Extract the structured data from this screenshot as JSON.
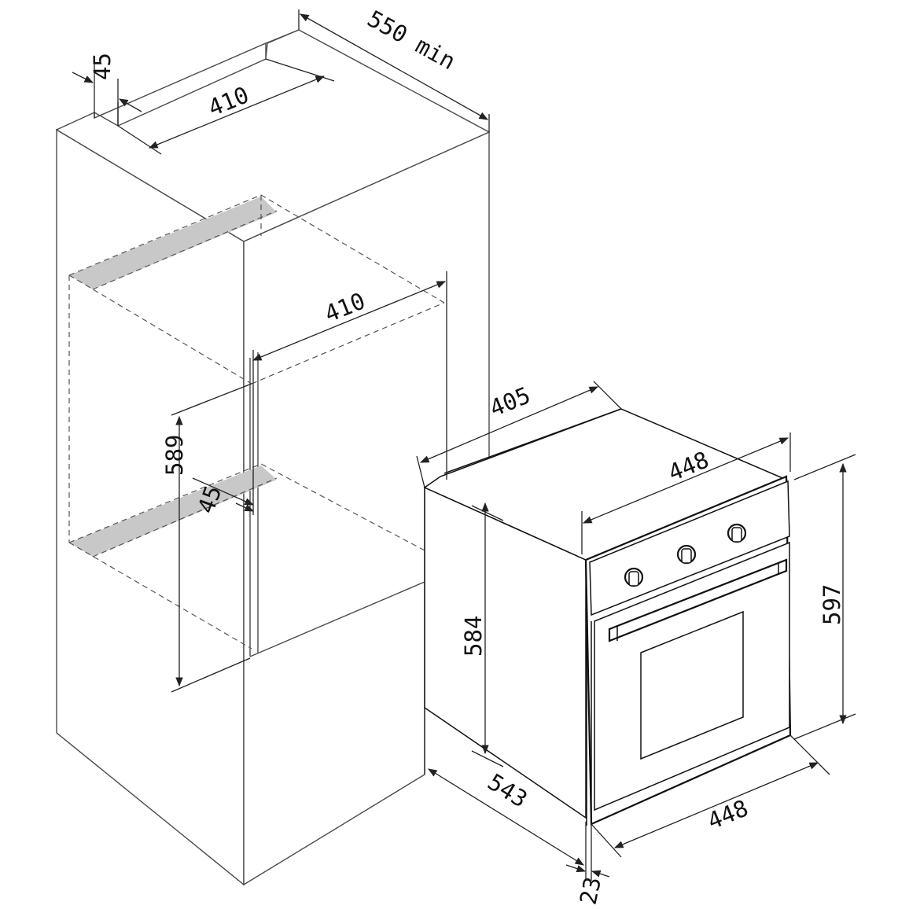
{
  "diagram": {
    "colors": {
      "line": "#4a4a4a",
      "dimension": "#222222",
      "shade": "#c8c8c8",
      "background": "#ffffff"
    },
    "dimensions": {
      "cabinet_depth_top": "550 min",
      "top_vent_gap": "45",
      "top_vent_width": "410",
      "cavity_width": "410",
      "cavity_height": "589",
      "bottom_vent_gap": "45",
      "oven_top_depth": "405",
      "oven_front_width": "448",
      "oven_body_height": "584",
      "oven_front_height": "597",
      "oven_side_depth": "543",
      "oven_bottom_width": "448",
      "oven_front_thickness": "23"
    }
  }
}
